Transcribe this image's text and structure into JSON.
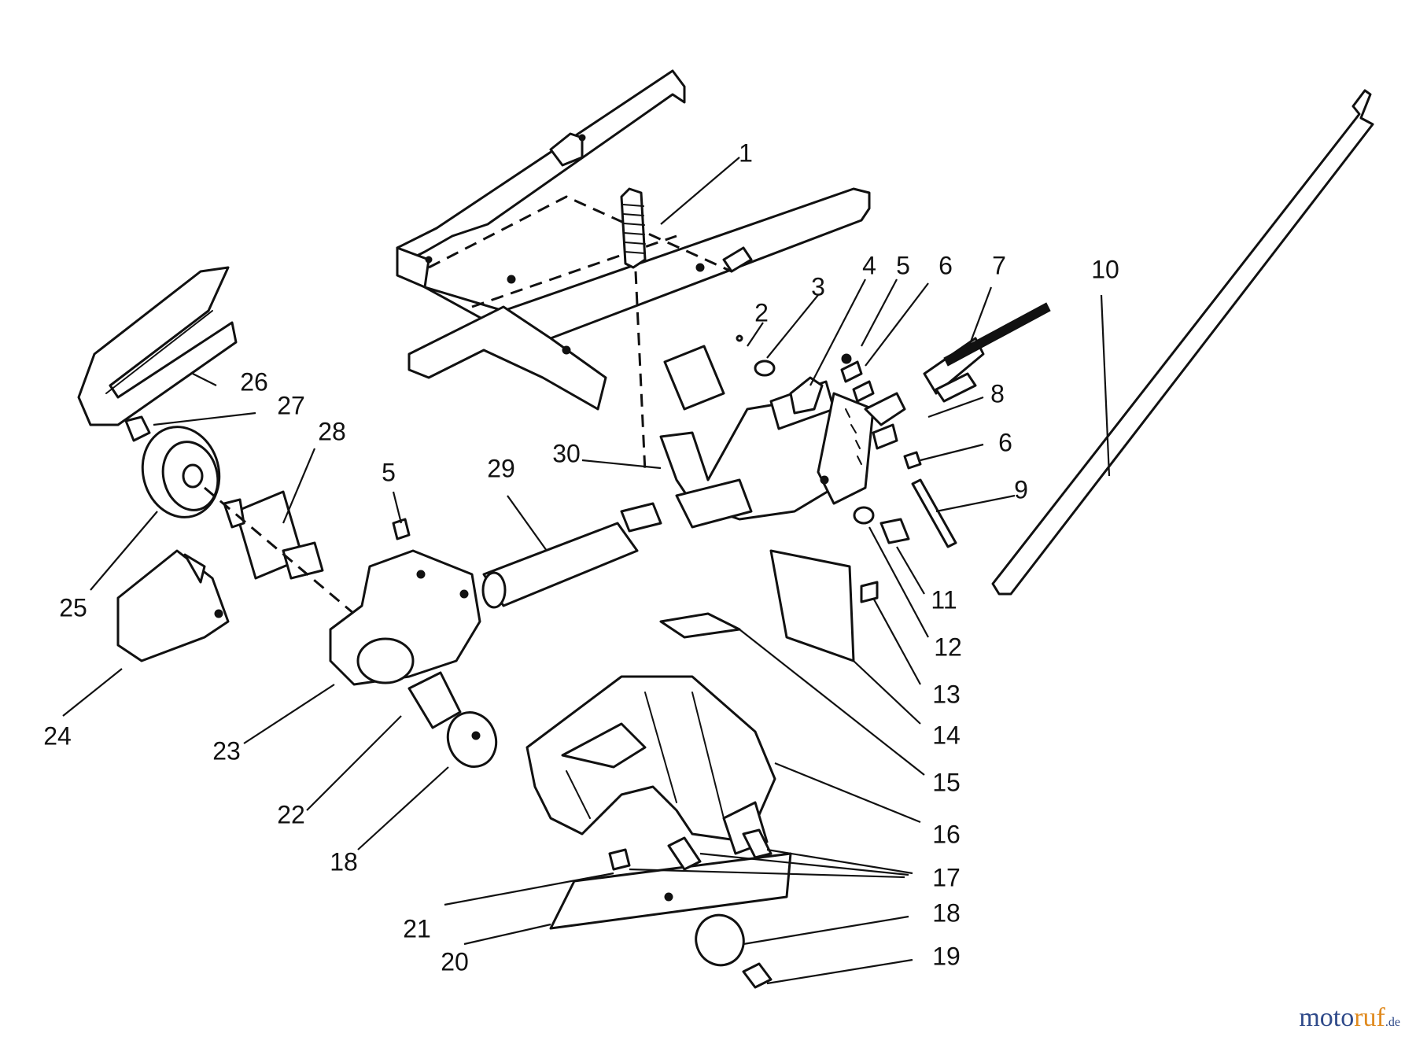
{
  "callouts": [
    {
      "id": "c1",
      "text": "1"
    },
    {
      "id": "c2",
      "text": "2"
    },
    {
      "id": "c3",
      "text": "3"
    },
    {
      "id": "c4",
      "text": "4"
    },
    {
      "id": "c5a",
      "text": "5"
    },
    {
      "id": "c6a",
      "text": "6"
    },
    {
      "id": "c7",
      "text": "7"
    },
    {
      "id": "c8",
      "text": "8"
    },
    {
      "id": "c6b",
      "text": "6"
    },
    {
      "id": "c9",
      "text": "9"
    },
    {
      "id": "c10",
      "text": "10"
    },
    {
      "id": "c11",
      "text": "11"
    },
    {
      "id": "c12",
      "text": "12"
    },
    {
      "id": "c13",
      "text": "13"
    },
    {
      "id": "c14",
      "text": "14"
    },
    {
      "id": "c15",
      "text": "15"
    },
    {
      "id": "c16",
      "text": "16"
    },
    {
      "id": "c17",
      "text": "17"
    },
    {
      "id": "c18a",
      "text": "18"
    },
    {
      "id": "c19",
      "text": "19"
    },
    {
      "id": "c20",
      "text": "20"
    },
    {
      "id": "c21",
      "text": "21"
    },
    {
      "id": "c18b",
      "text": "18"
    },
    {
      "id": "c22",
      "text": "22"
    },
    {
      "id": "c23",
      "text": "23"
    },
    {
      "id": "c24",
      "text": "24"
    },
    {
      "id": "c25",
      "text": "25"
    },
    {
      "id": "c26",
      "text": "26"
    },
    {
      "id": "c27",
      "text": "27"
    },
    {
      "id": "c28",
      "text": "28"
    },
    {
      "id": "c5b",
      "text": "5"
    },
    {
      "id": "c29",
      "text": "29"
    },
    {
      "id": "c30",
      "text": "30"
    }
  ],
  "watermark": {
    "part1": "moto",
    "part2": "ruf",
    "part3": ".de"
  },
  "colors": {
    "line": "#111111",
    "watermark_blue": "#2f4a8a",
    "watermark_orange": "#e08a1e"
  }
}
